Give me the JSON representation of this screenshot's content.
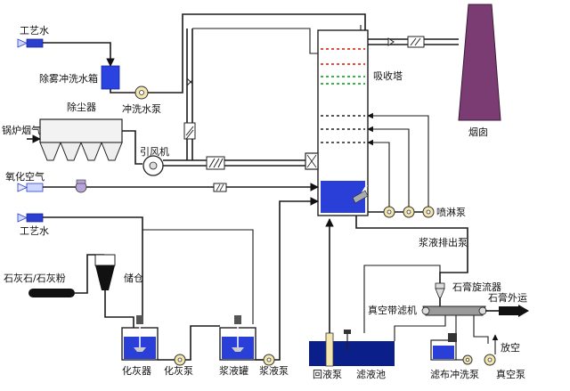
{
  "labels": {
    "process_water_top": "工艺水",
    "demist_tank": "除雾冲洗水箱",
    "dust_collector": "除尘器",
    "boiler_flue_gas": "锅炉烟气",
    "flush_pump": "冲洗水泵",
    "id_fan": "引风机",
    "absorber": "吸收塔",
    "chimney": "烟囱",
    "oxidation_air": "氧化空气",
    "spray_pump": "喷淋泵",
    "process_water_mid": "工艺水",
    "slurry_discharge_pump": "浆液排出泵",
    "silo": "储仓",
    "limestone": "石灰石/石灰粉",
    "gypsum_cyclone": "石膏旋流器",
    "vacuum_belt_filter": "真空带滤机",
    "gypsum_out": "石膏外运",
    "lime_dissolver": "化灰器",
    "lime_pump": "化灰泵",
    "slurry_tank": "浆液罐",
    "slurry_pump": "浆液泵",
    "return_pump": "回液泵",
    "filtrate_pool": "滤液池",
    "cloth_wash_pump": "滤布冲洗泵",
    "vacuum_pump": "真空泵",
    "vent": "放空"
  },
  "colors": {
    "liquid": "#2a3fd8",
    "chimney": "#7b3c74",
    "water_inlet": "#2b3fd0",
    "demist_tank": "#2a43e0",
    "pump_body": "#f4e6b0",
    "spray_nozzle": "#3bb54a",
    "mist_eliminator": "#e0503f"
  },
  "icons": [
    "valve-icon",
    "pump-icon",
    "fan-icon",
    "heat-exchanger-icon",
    "agitator-icon",
    "nozzle-icon"
  ]
}
